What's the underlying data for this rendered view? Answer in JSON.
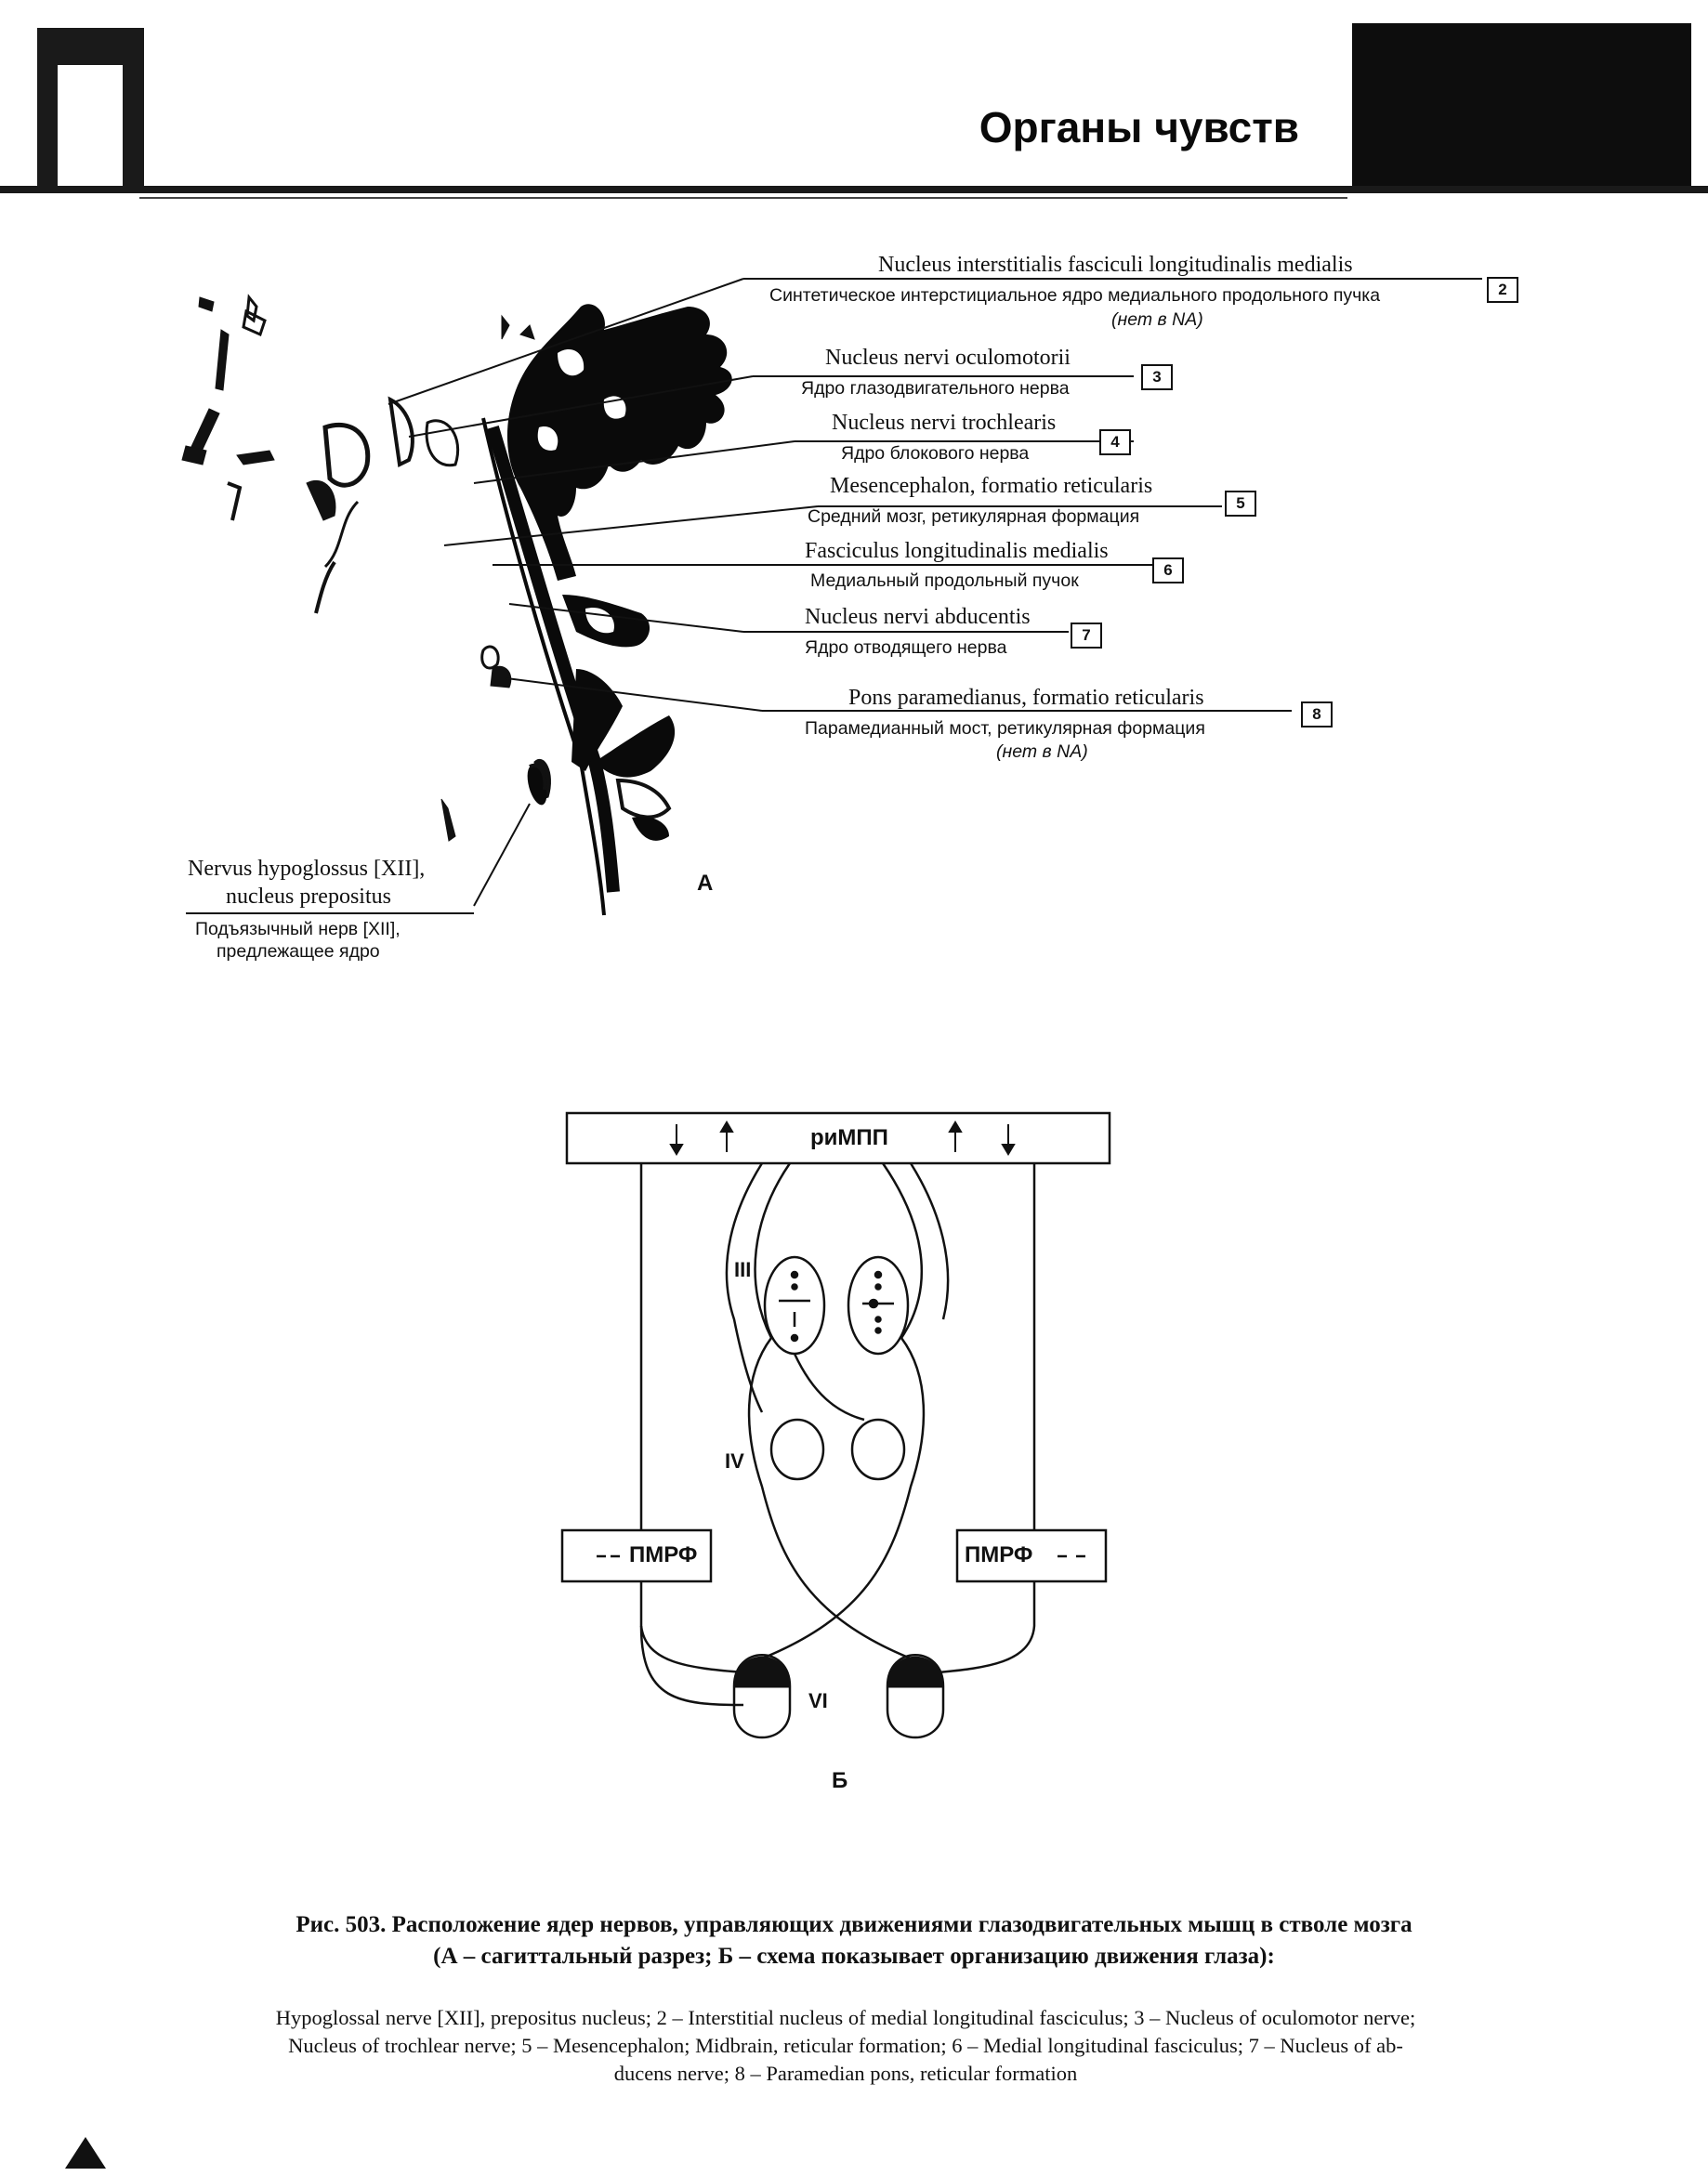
{
  "header": {
    "title": "Органы чувств"
  },
  "figure_a": {
    "panel_letter": "А",
    "labels": [
      {
        "latin": "Nucleus interstitialis fasciculi longitudinalis medialis",
        "russian": "Синтетическое интерстициальное ядро медиального продольного пучка",
        "note": "(нет в NA)",
        "number": "2"
      },
      {
        "latin": "Nucleus nervi oculomotorii",
        "russian": "Ядро глазодвигательного нерва",
        "number": "3"
      },
      {
        "latin": "Nucleus nervi trochlearis",
        "russian": "Ядро блокового нерва",
        "number": "4"
      },
      {
        "latin": "Mesencephalon, formatio reticularis",
        "russian": "Средний мозг, ретикулярная формация",
        "number": "5"
      },
      {
        "latin": "Fasciculus longitudinalis medialis",
        "russian": "Медиальный продольный пучок",
        "number": "6"
      },
      {
        "latin": "Nucleus nervi abducentis",
        "russian": "Ядро отводящего нерва",
        "number": "7"
      },
      {
        "latin": "Pons paramedianus, formatio reticularis",
        "russian": "Парамедианный мост, ретикулярная формация",
        "note": "(нет в NA)",
        "number": "8"
      }
    ],
    "left_label": {
      "latin_line1": "Nervus hypoglossus [XII],",
      "latin_line2": "nucleus prepositus",
      "russian_line1": "Подъязычный нерв [XII],",
      "russian_line2": "предлежащее ядро"
    }
  },
  "figure_b": {
    "panel_letter": "Б",
    "top_box": "риМПП",
    "left_box": "ПМРФ",
    "right_box": "ПМРФ",
    "roman_iii": "III",
    "roman_iv": "IV",
    "roman_vi": "VI"
  },
  "caption": {
    "line1": "Рис. 503. Расположение ядер нервов, управляющих движениями глазодвигательных мышц в стволе мозга",
    "line2": "(А – сагиттальный разрез; Б – схема показывает организацию движения глаза):"
  },
  "legend": {
    "line1": "Hypoglossal nerve [XII], prepositus nucleus; 2 – Interstitial nucleus of medial longitudinal fasciculus; 3 – Nucleus of oculomotor nerve;",
    "line2": "Nucleus of trochlear nerve; 5 – Mesencephalon; Midbrain, reticular formation; 6 – Medial longitudinal fasciculus; 7 – Nucleus of ab-",
    "line3": "ducens nerve; 8 – Paramedian pons, reticular formation"
  }
}
